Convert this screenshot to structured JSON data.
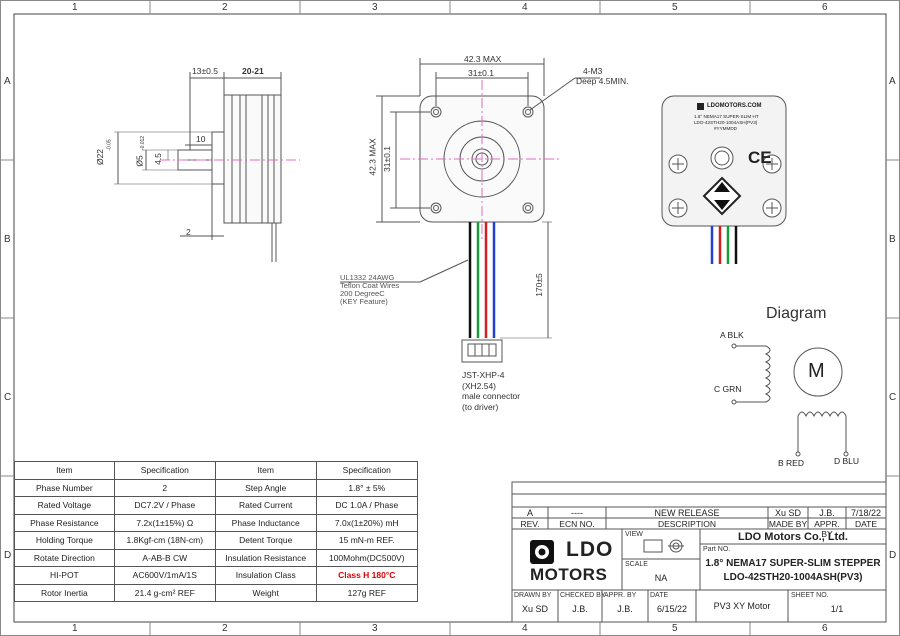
{
  "zones": {
    "columns": [
      "1",
      "2",
      "3",
      "4",
      "5",
      "6"
    ],
    "rows": [
      "A",
      "B",
      "C",
      "D"
    ]
  },
  "side_view": {
    "dim_13": "13±0.5",
    "dim_20": "20-21",
    "dim_10": "10",
    "dim_2": "2",
    "dim_d22": "Ø22",
    "dim_d22_tol": "-0.05",
    "dim_d5": "Ø5",
    "dim_d5_tol": "-0.012",
    "dim_45": "4.5"
  },
  "front_view": {
    "dim_width_max": "42.3 MAX",
    "dim_width_hole": "31±0.1",
    "dim_height_max": "42.3 MAX",
    "dim_height_hole": "31±0.1",
    "screw_label": "4-M3",
    "screw_depth": "Deep 4.5MIN.",
    "wire_note": [
      "UL1332 24AWG",
      "Teflon Coat Wires",
      "200 DegreeC",
      "(KEY Feature)"
    ],
    "lead_length": "170±5",
    "connector_note": [
      "JST-XHP-4",
      "(XH2.54)",
      "male connector",
      "(to driver)"
    ]
  },
  "back_label": {
    "website": "LDOMOTORS.COM",
    "line1": "1.8° NEMA17 SUPER-SLIM HT",
    "line2": "LDO-42STH20-1004ASH(PV3)",
    "line3": "#YYMMDD",
    "ce_mark": "CE"
  },
  "diagram": {
    "title": "Diagram",
    "a_label": "A BLK",
    "c_label": "C GRN",
    "b_label": "B RED",
    "d_label": "D BLU",
    "motor_symbol": "M"
  },
  "spec_table": {
    "headers": [
      "Item",
      "Specification",
      "Item",
      "Specification"
    ],
    "rows": [
      [
        "Phase Number",
        "2",
        "Step Angle",
        "1.8° ± 5%"
      ],
      [
        "Rated Voltage",
        "DC7.2V / Phase",
        "Rated Current",
        "DC 1.0A / Phase"
      ],
      [
        "Phase Resistance",
        "7.2x(1±15%) Ω",
        "Phase Inductance",
        "7.0x(1±20%) mH"
      ],
      [
        "Holding Torque",
        "1.8Kgf-cm (18N-cm)",
        "Detent Torque",
        "15 mN-m REF."
      ],
      [
        "Rotate Direction",
        "A-AB-B CW",
        "Insulation Resistance",
        "100Mohm(DC500V)"
      ],
      [
        "HI-POT",
        "AC600V/1mA/1S",
        "Insulation Class",
        "Class H 180°C"
      ],
      [
        "Rotor Inertia",
        "21.4 g-cm² REF",
        "Weight",
        "127g REF"
      ]
    ]
  },
  "revision": {
    "rev": "A",
    "ecn": "----",
    "description": "NEW RELEASE",
    "made_by": "Xu SD",
    "approved_by": "J.B.",
    "date": "7/18/22",
    "h_rev": "REV.",
    "h_ecn": "ECN NO.",
    "h_desc": "DESCRIPTION",
    "h_made": "MADE BY",
    "h_appr": "APPR. BY",
    "h_date": "DATE"
  },
  "title_block": {
    "logo_line1": "LDO",
    "logo_line2": "MOTORS",
    "view_label": "VIEW",
    "scale_label": "SCALE",
    "scale_value": "NA",
    "company": "LDO Motors Co., Ltd.",
    "part_no_label": "Part NO.",
    "part_line1": "1.8° NEMA17 SUPER-SLIM STEPPER",
    "part_line2": "LDO-42STH20-1004ASH(PV3)",
    "drawn_by_label": "DRAWN BY",
    "drawn_by": "Xu SD",
    "checked_by_label": "CHECKED BY",
    "checked_by": "J.B.",
    "appr_by_label": "APPR. BY",
    "appr_by": "J.B.",
    "date_label": "DATE",
    "date": "6/15/22",
    "project": "PV3 XY Motor",
    "sheet_label": "SHEET NO.",
    "sheet": "1/1"
  }
}
